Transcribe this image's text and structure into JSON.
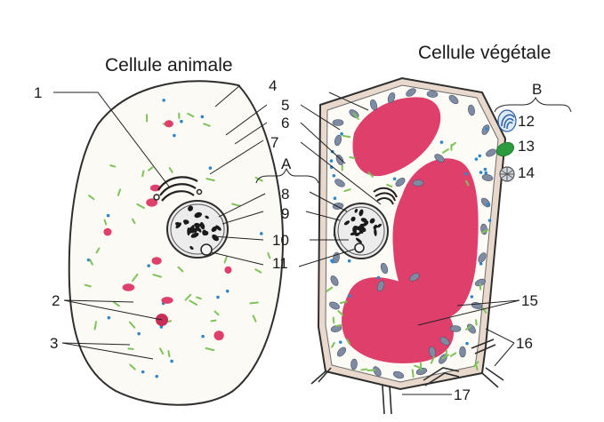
{
  "titles": {
    "animal": "Cellule animale",
    "vegetal": "Cellule végétale"
  },
  "group_letters": {
    "a": "A",
    "b": "B"
  },
  "labels": {
    "n1": "1",
    "n2": "2",
    "n3": "3",
    "n4": "4",
    "n5": "5",
    "n6": "6",
    "n7": "7",
    "n8": "8",
    "n9": "9",
    "n10": "10",
    "n11": "11",
    "n12": "12",
    "n13": "13",
    "n14": "14",
    "n15": "15",
    "n16": "16",
    "n17": "17"
  },
  "colors": {
    "cytoplasm_animal": "#fbfaf4",
    "cytoplasm_plant": "#fcfbf5",
    "vacuole": "#de3f6b",
    "vacuole_dark": "#c72e58",
    "chloroplast": "#7f8aa3",
    "mitochondria": "#7fc25a",
    "ribosome": "#2f86c8",
    "membrane": "#2e2e2e",
    "cell_wall": "#dcc6b8",
    "golgi": "#2b5ea8"
  }
}
